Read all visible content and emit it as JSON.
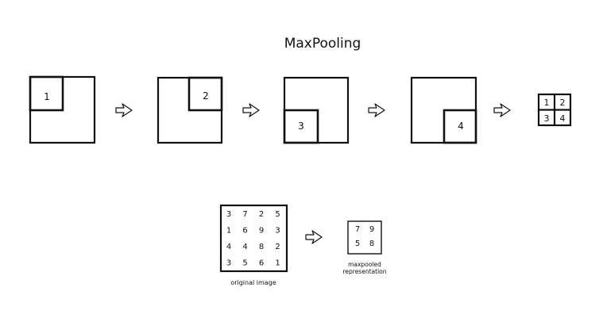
{
  "title": "MaxPooling",
  "steps": [
    {
      "label": "1"
    },
    {
      "label": "2"
    },
    {
      "label": "3"
    },
    {
      "label": "4"
    }
  ],
  "result_grid": [
    "1",
    "2",
    "3",
    "4"
  ],
  "original_image": {
    "caption": "original image",
    "rows": [
      [
        "3",
        "7",
        "2",
        "5"
      ],
      [
        "1",
        "6",
        "9",
        "3"
      ],
      [
        "4",
        "4",
        "8",
        "2"
      ],
      [
        "3",
        "5",
        "6",
        "1"
      ]
    ]
  },
  "maxpooled": {
    "caption_line1": "maxpooled",
    "caption_line2": "representation",
    "rows": [
      [
        "7",
        "9"
      ],
      [
        "5",
        "8"
      ]
    ]
  }
}
